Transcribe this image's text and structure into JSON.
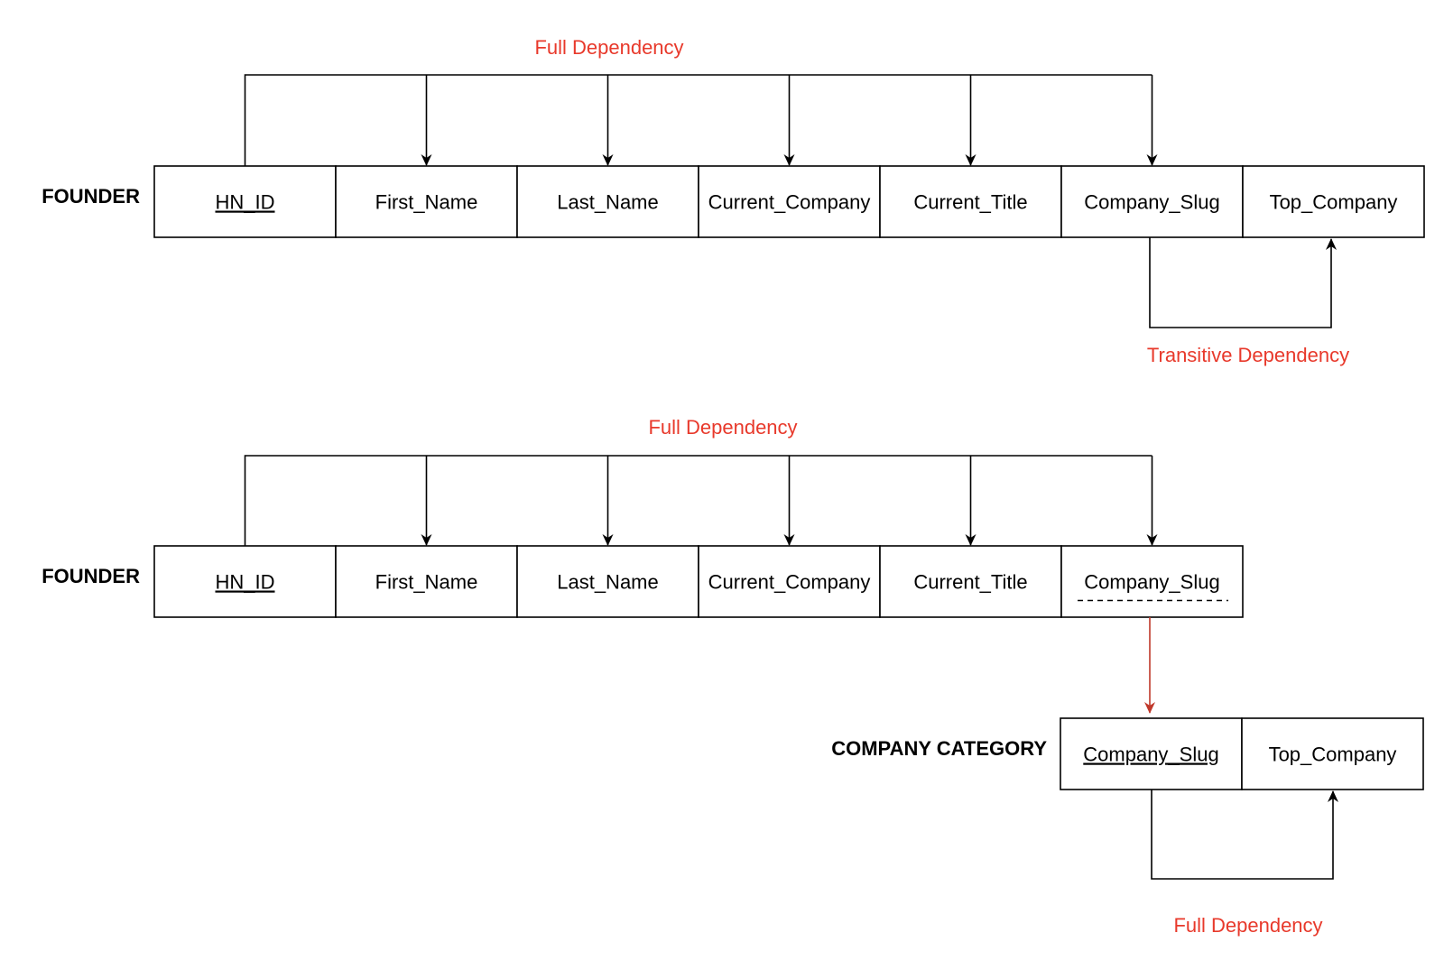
{
  "colors": {
    "dependency_label": "#e8392b",
    "fk_arrow": "#c0392b",
    "line": "#000000"
  },
  "founder_before": {
    "label": "FOUNDER",
    "columns": [
      {
        "name": "HN_ID",
        "key": "primary"
      },
      {
        "name": "First_Name",
        "key": "none"
      },
      {
        "name": "Last_Name",
        "key": "none"
      },
      {
        "name": "Current_Company",
        "key": "none"
      },
      {
        "name": "Current_Title",
        "key": "none"
      },
      {
        "name": "Company_Slug",
        "key": "none"
      },
      {
        "name": "Top_Company",
        "key": "none"
      }
    ],
    "full_dependency_label": "Full Dependency",
    "transitive_dependency_label": "Transitive Dependency"
  },
  "founder_after": {
    "label": "FOUNDER",
    "columns": [
      {
        "name": "HN_ID",
        "key": "primary"
      },
      {
        "name": "First_Name",
        "key": "none"
      },
      {
        "name": "Last_Name",
        "key": "none"
      },
      {
        "name": "Current_Company",
        "key": "none"
      },
      {
        "name": "Current_Title",
        "key": "none"
      },
      {
        "name": "Company_Slug",
        "key": "foreign"
      }
    ],
    "full_dependency_label": "Full Dependency"
  },
  "company_category": {
    "label": "COMPANY CATEGORY",
    "columns": [
      {
        "name": "Company_Slug",
        "key": "primary"
      },
      {
        "name": "Top_Company",
        "key": "none"
      }
    ],
    "full_dependency_label": "Full Dependency"
  }
}
